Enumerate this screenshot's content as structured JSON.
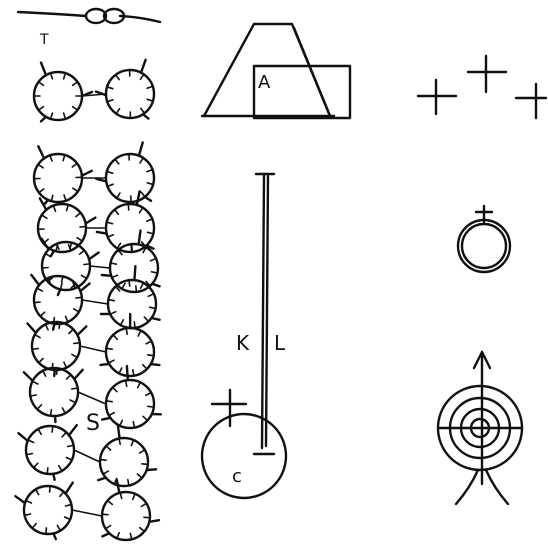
{
  "ink_color": "#111111",
  "paper_color": "#ffffff",
  "left_column": {
    "top_label": "T",
    "middle_label": "S"
  },
  "box_label": "A",
  "pendulum_labels": {
    "left": "K",
    "right": "L",
    "weight": "c"
  },
  "icons": {
    "top_connector": "infinity-loop-icon",
    "crosses": "cross-icon",
    "orb": "orb-with-cross-icon",
    "target": "target-with-arrow-icon"
  }
}
